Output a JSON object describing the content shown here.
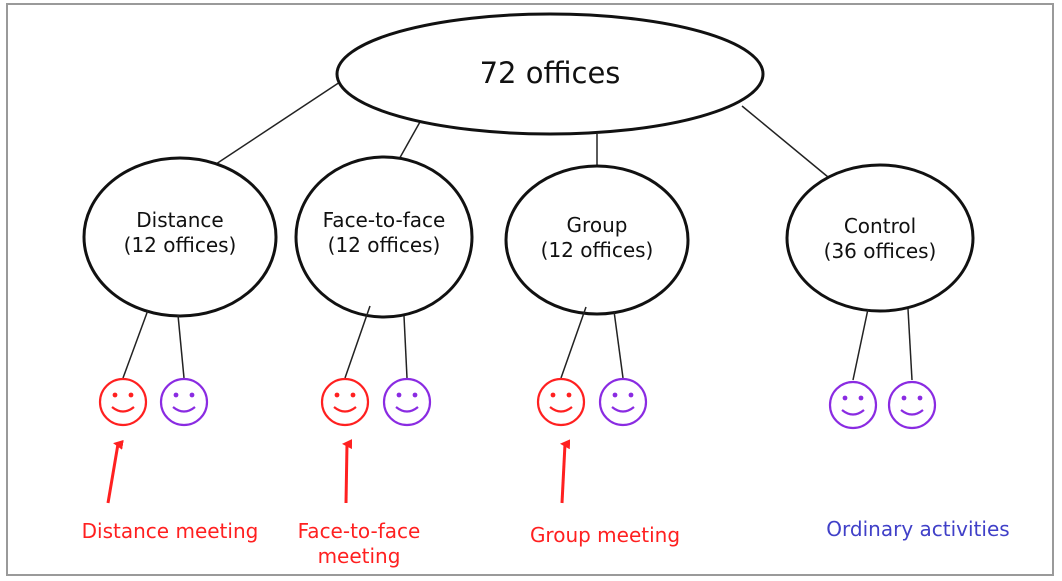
{
  "root": {
    "label": "72 offices"
  },
  "groups": [
    {
      "name": "Distance",
      "count": "(12 offices)"
    },
    {
      "name": "Face-to-face",
      "count": "(12 offices)"
    },
    {
      "name": "Group",
      "count": "(12 offices)"
    },
    {
      "name": "Control",
      "count": "(36 offices)"
    }
  ],
  "captions": [
    {
      "line1": "Distance meeting",
      "line2": ""
    },
    {
      "line1": "Face-to-face",
      "line2": "meeting"
    },
    {
      "line1": "Group meeting",
      "line2": ""
    },
    {
      "line1": "Ordinary activities",
      "line2": ""
    }
  ],
  "colors": {
    "meeting": "#ff2020",
    "ordinary": "#8a2be2",
    "ordinary_text": "#4040c8",
    "line": "#222222"
  },
  "icons": {
    "participant": "smiley-face-icon",
    "pointer": "up-arrow-icon"
  }
}
